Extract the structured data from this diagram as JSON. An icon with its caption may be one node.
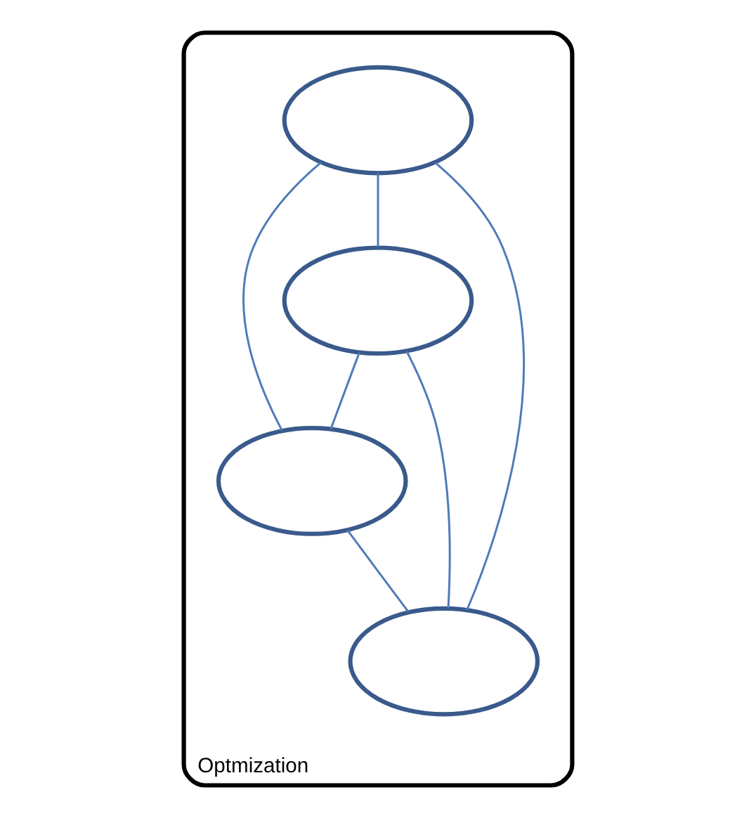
{
  "diagram": {
    "nodes": [
      {
        "text": [
          "Optmization"
        ]
      },
      {
        "text": [],
        "shape": "ellipse",
        "in": 0
      },
      {
        "text": [],
        "shape": "ellipse",
        "in": 0
      },
      {
        "text": [],
        "shape": "ellipse",
        "in": 0
      },
      {
        "text": [],
        "shape": "ellipse",
        "in": 0
      }
    ],
    "edges": [
      {
        "from": 1,
        "to": 3,
        "arrow": "none"
      },
      {
        "from": 1,
        "to": 4,
        "arrow": "none"
      },
      {
        "from": 1,
        "to": 2,
        "arrow": "none"
      },
      {
        "from": 3,
        "to": 2,
        "arrow": "none"
      },
      {
        "from": 3,
        "to": 4,
        "arrow": "none"
      },
      {
        "from": 2,
        "to": 4,
        "arrow": "none"
      }
    ]
  }
}
